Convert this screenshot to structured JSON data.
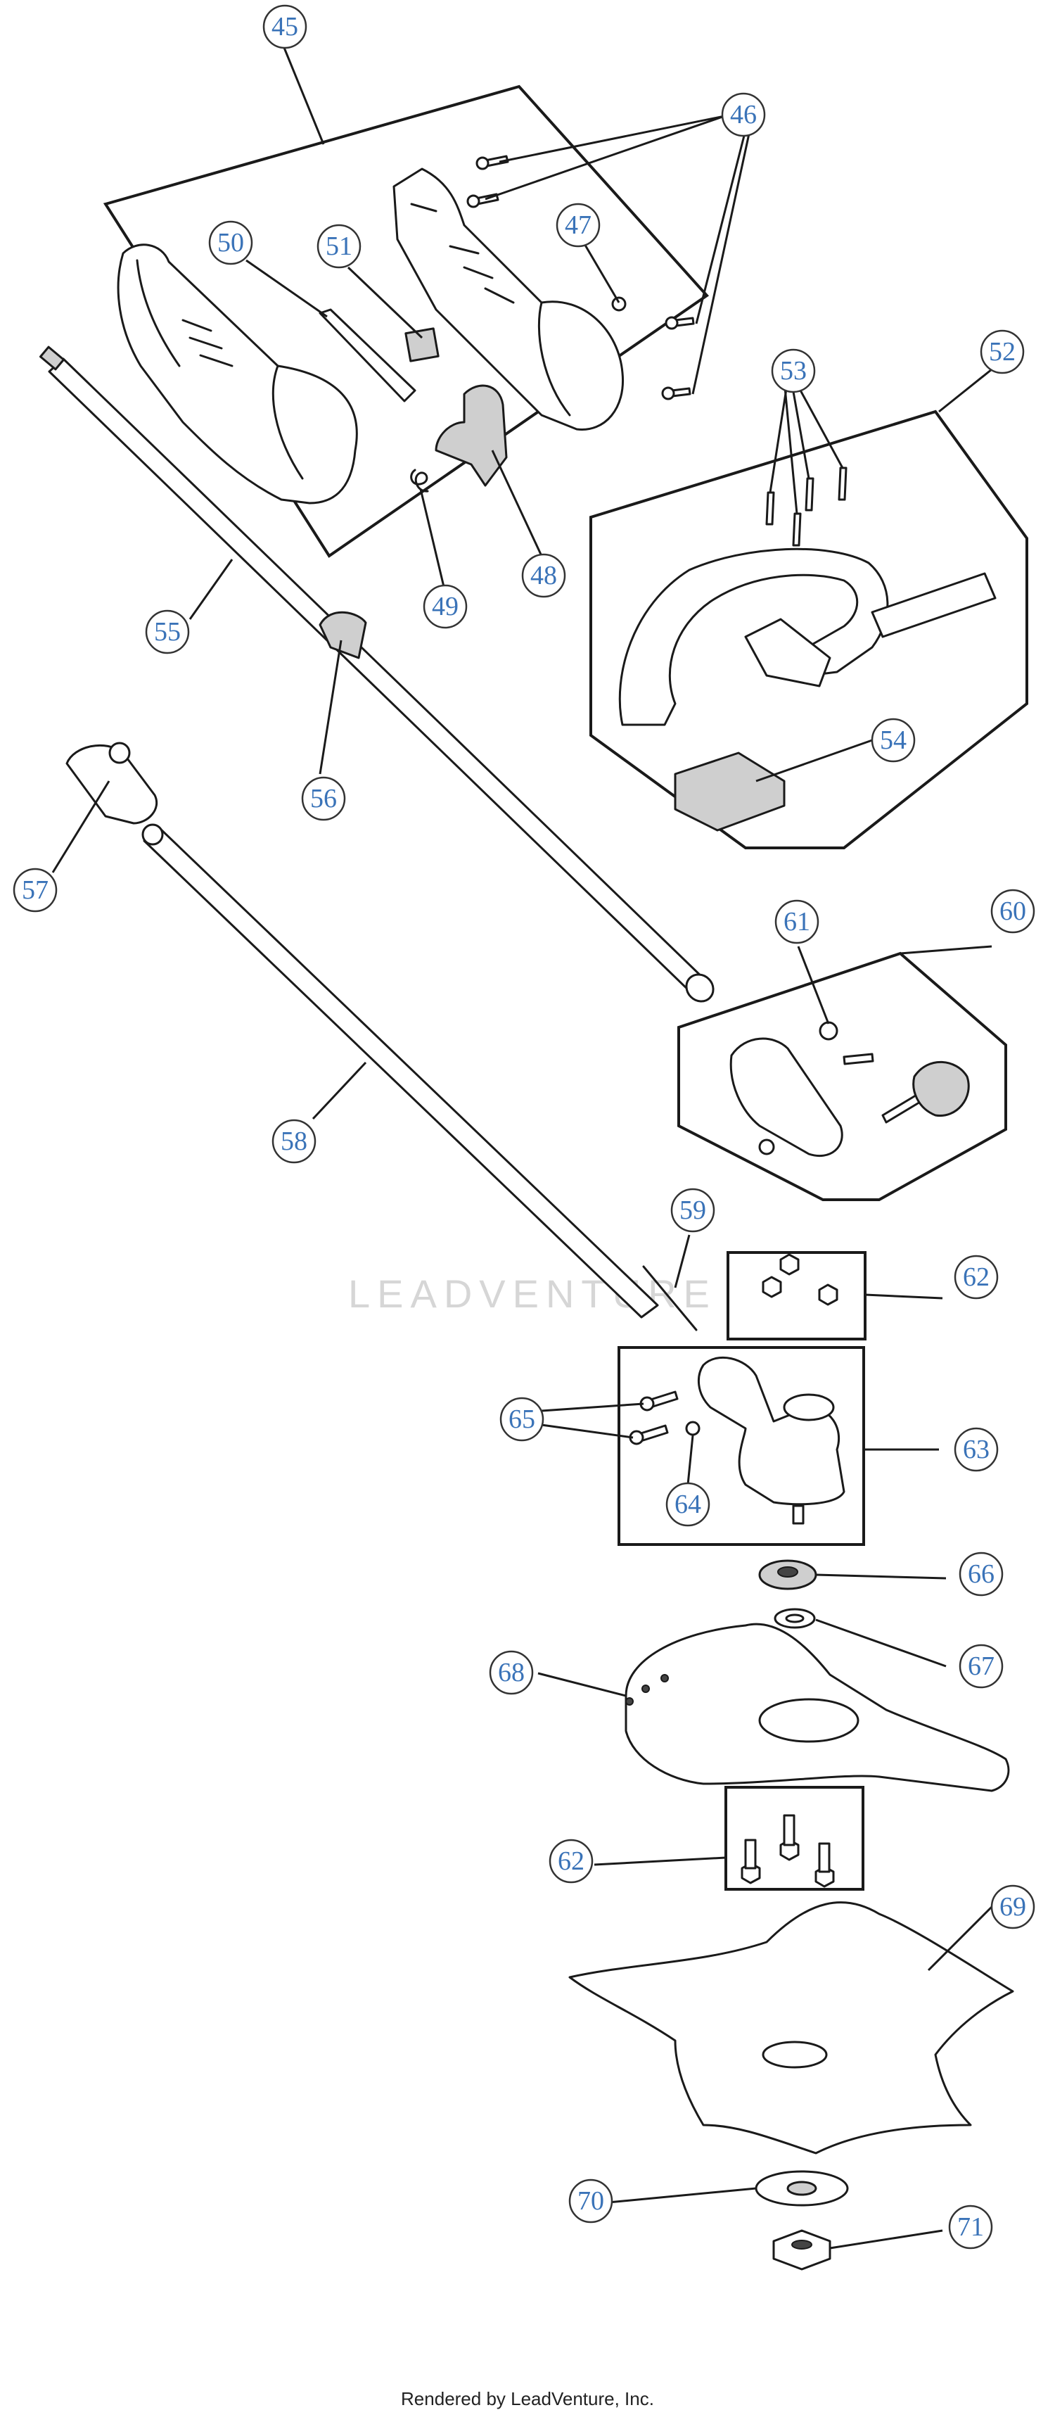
{
  "watermark": "LEADVENTURE",
  "footer": "Rendered by LeadVenture, Inc.",
  "callouts": [
    "45",
    "46",
    "47",
    "48",
    "49",
    "50",
    "51",
    "52",
    "53",
    "54",
    "55",
    "56",
    "57",
    "58",
    "59",
    "60",
    "61",
    "62",
    "63",
    "64",
    "65",
    "66",
    "67",
    "68",
    "62",
    "69",
    "70",
    "71"
  ]
}
